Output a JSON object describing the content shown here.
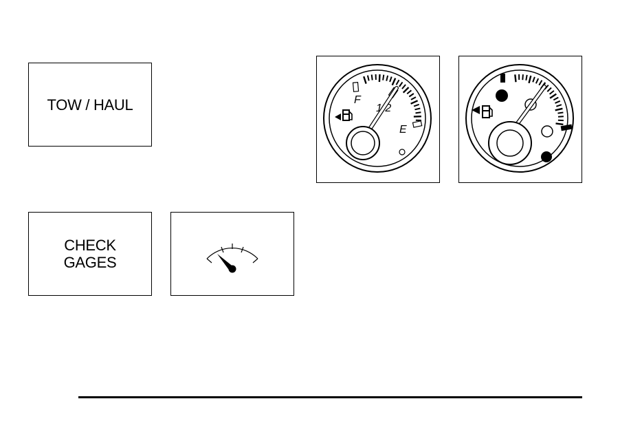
{
  "tow_haul": {
    "label": "TOW / HAUL"
  },
  "check_gages": {
    "line1": "CHECK",
    "line2": "GAGES"
  },
  "gage_symbol": {
    "icon": "gauge-warning-icon"
  },
  "fuel_gage_english": {
    "full_label": "F",
    "half_label": "1/2",
    "empty_label": "E",
    "icon": "fuel-pump-icon",
    "level_fraction": 0.5
  },
  "fuel_gage_metric": {
    "icon": "fuel-pump-icon",
    "level_fraction": 0.5
  },
  "footer": {
    "rule": "horizontal-rule"
  }
}
